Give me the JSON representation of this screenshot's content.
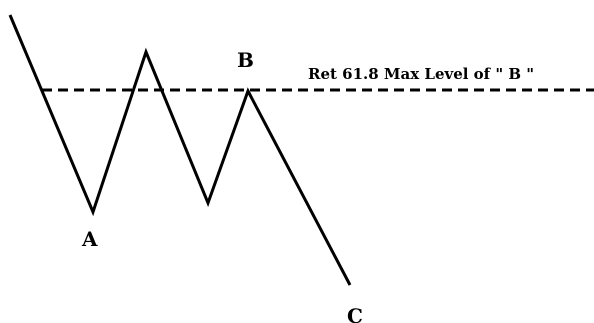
{
  "diagram": {
    "points": {
      "a": "A",
      "b": "B",
      "c": "C"
    },
    "level_label": "Ret 61.8 Max Level of \" B \"",
    "colors": {
      "line": "#000000",
      "background": "#ffffff"
    }
  }
}
